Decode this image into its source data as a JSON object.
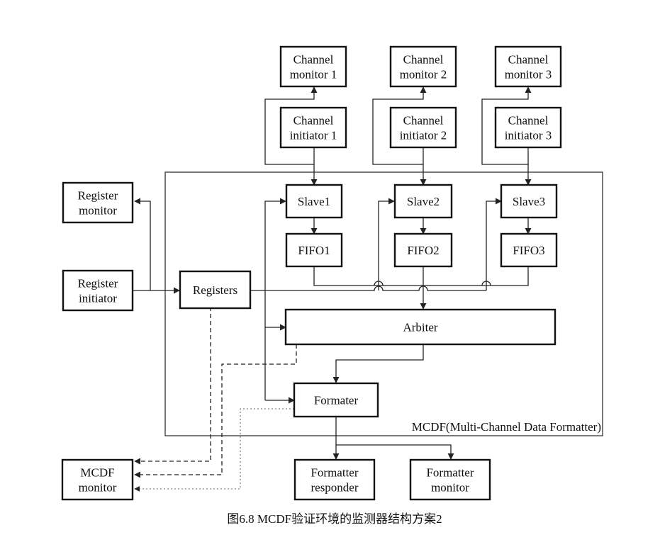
{
  "diagram": {
    "caption": "图6.8 MCDF验证环境的监测器结构方案2",
    "container_label": "MCDF(Multi-Channel Data Formatter)",
    "blocks": {
      "ch_mon_1": [
        "Channel",
        "monitor 1"
      ],
      "ch_mon_2": [
        "Channel",
        "monitor 2"
      ],
      "ch_mon_3": [
        "Channel",
        "monitor 3"
      ],
      "ch_init_1": [
        "Channel",
        "initiator 1"
      ],
      "ch_init_2": [
        "Channel",
        "initiator 2"
      ],
      "ch_init_3": [
        "Channel",
        "initiator 3"
      ],
      "reg_mon": [
        "Register",
        "monitor"
      ],
      "reg_init": [
        "Register",
        "initiator"
      ],
      "slave1": [
        "Slave1"
      ],
      "slave2": [
        "Slave2"
      ],
      "slave3": [
        "Slave3"
      ],
      "fifo1": [
        "FIFO1"
      ],
      "fifo2": [
        "FIFO2"
      ],
      "fifo3": [
        "FIFO3"
      ],
      "registers": [
        "Registers"
      ],
      "arbiter": [
        "Arbiter"
      ],
      "formater": [
        "Formater"
      ],
      "mcdf_mon": [
        "MCDF",
        "monitor"
      ],
      "fmt_resp": [
        "Formatter",
        "responder"
      ],
      "fmt_mon": [
        "Formatter",
        "monitor"
      ]
    },
    "styles": {
      "line_color": "#222222",
      "hatch_color": "#555555",
      "background": "#ffffff"
    }
  }
}
